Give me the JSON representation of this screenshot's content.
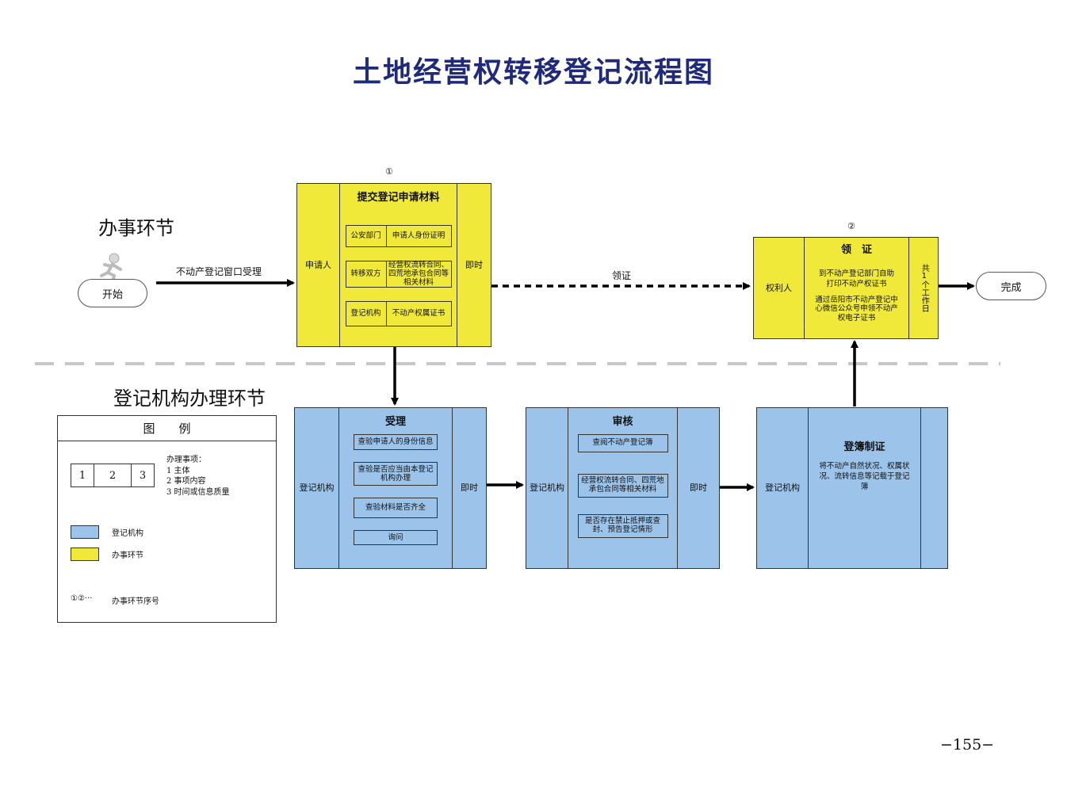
{
  "title": "土地经营权转移登记流程图",
  "sections": {
    "top": "办事环节",
    "bottom": "登记机构办理环节"
  },
  "start": {
    "label": "开始",
    "arrow_label": "不动产登记窗口受理"
  },
  "step1": {
    "number": "①",
    "left": "申请人",
    "header": "提交登记申请材料",
    "rows": [
      {
        "a": "公安部门",
        "b": "申请人身份证明"
      },
      {
        "a": "转移双方",
        "b": "经营权流转合同、四荒地承包合同等相关材料"
      },
      {
        "a": "登记机构",
        "b": "不动产权属证书"
      }
    ],
    "right": "即时"
  },
  "link_label": "领证",
  "step2": {
    "number": "②",
    "left": "权利人",
    "header": "领　证",
    "text1": "到不动产登记部门自助打印不动产权证书",
    "text2": "通过岳阳市不动产登记中心微信公众号申领不动产权电子证书",
    "right": "共1个工作日"
  },
  "end": {
    "label": "完成"
  },
  "accept": {
    "left": "登记机构",
    "header": "受理",
    "items": [
      "查验申请人的身份信息",
      "查验是否应当由本登记机构办理",
      "查验材料是否齐全",
      "询问"
    ],
    "right": "即时"
  },
  "review": {
    "left": "登记机构",
    "header": "审核",
    "items": [
      "查阅不动产登记簿",
      "经营权流转合同、四荒地承包合同等相关材料",
      "是否存在禁止抵押或查封、预告登记情形"
    ],
    "right": "即时"
  },
  "register": {
    "left": "登记机构",
    "header": "登簿制证",
    "text": "将不动产自然状况、权属状况、流转信息等记载于登记簿"
  },
  "legend": {
    "title": "图　　例",
    "cells": [
      "1",
      "2",
      "3"
    ],
    "items_title": "办理事项：",
    "items": [
      "1 主体",
      "2 事项内容",
      "3 时间或信息质量"
    ],
    "blue_label": "登记机构",
    "yellow_label": "办事环节",
    "seq_symbols": "①②···",
    "seq_label": "办事环节序号"
  },
  "page_number": "−155−",
  "colors": {
    "yellow": "#f0e93a",
    "blue": "#9cc3ea",
    "title": "#1f2a7a"
  }
}
